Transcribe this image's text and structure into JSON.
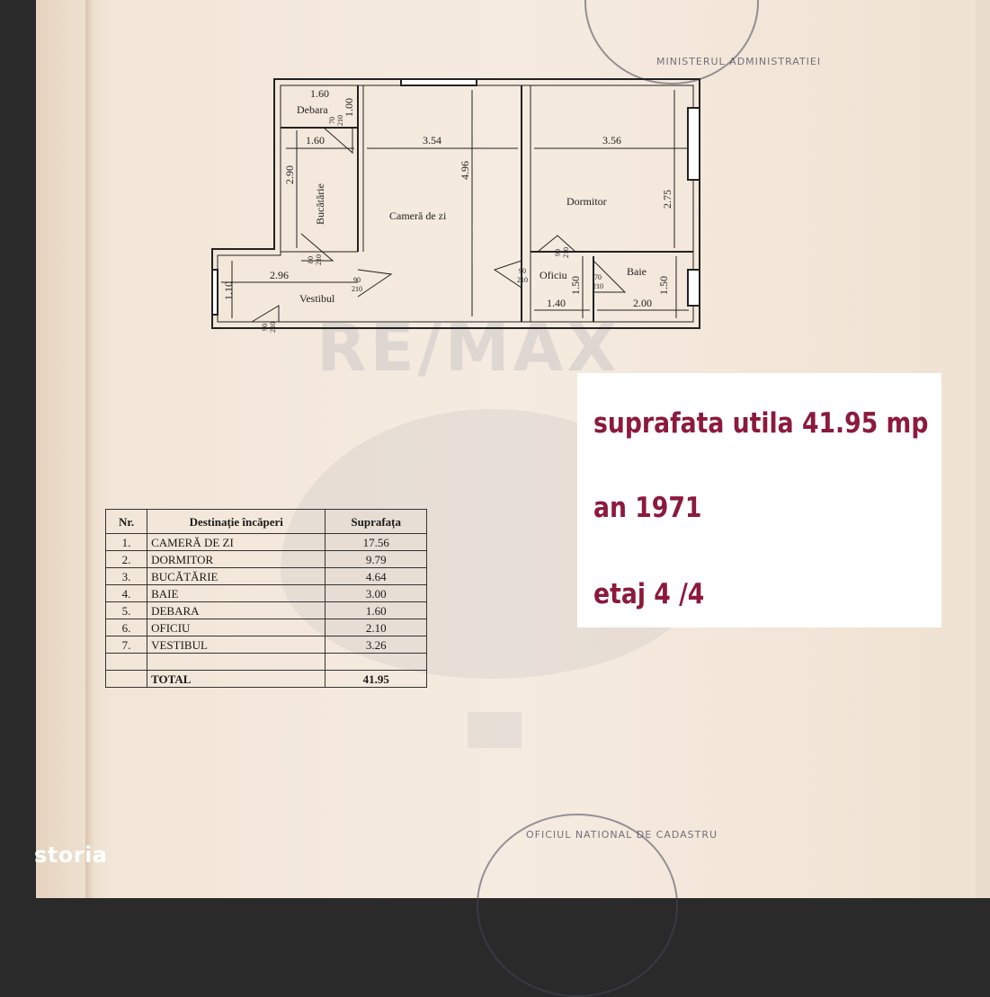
{
  "floor_plan": {
    "rooms": {
      "debara": "Debara",
      "bucatarie": "Bucătărie",
      "camera_de_zi": "Cameră de zi",
      "dormitor": "Dormitor",
      "oficiu": "Oficiu",
      "baie": "Baie",
      "vestibul": "Vestibul"
    },
    "dimensions": {
      "debara_top": "1.60",
      "debara_side": "1.00",
      "bucatarie_width": "1.60",
      "bucatarie_height": "2.90",
      "camera_width": "3.54",
      "camera_height": "4.96",
      "dormitor_width": "3.56",
      "dormitor_height": "2.75",
      "vestibul_width": "2.96",
      "vestibul_height": "1.10",
      "oficiu_width": "1.40",
      "oficiu_height": "1.50",
      "baie_width": "2.00",
      "baie_height": "1.50"
    },
    "doors": {
      "d1_top": "70",
      "d1_bottom": "210",
      "d2_top": "80",
      "d2_bottom": "210",
      "d3_top": "90",
      "d3_bottom": "210",
      "d4_top": "90",
      "d4_bottom": "210",
      "d5_top": "90",
      "d5_bottom": "210",
      "d6_top": "70",
      "d6_bottom": "210",
      "d7_top": "90",
      "d7_bottom": "210"
    }
  },
  "area_table": {
    "headers": [
      "Nr.",
      "Destinație încăperi",
      "Suprafața"
    ],
    "rows": [
      {
        "nr": "1.",
        "name": "CAMERĂ DE ZI",
        "area": "17.56"
      },
      {
        "nr": "2.",
        "name": "DORMITOR",
        "area": "9.79"
      },
      {
        "nr": "3.",
        "name": "BUCĂTĂRIE",
        "area": "4.64"
      },
      {
        "nr": "4.",
        "name": "BAIE",
        "area": "3.00"
      },
      {
        "nr": "5.",
        "name": "DEBARA",
        "area": "1.60"
      },
      {
        "nr": "6.",
        "name": "OFICIU",
        "area": "2.10"
      },
      {
        "nr": "7.",
        "name": "VESTIBUL",
        "area": "3.26"
      }
    ],
    "total_label": "TOTAL",
    "total_value": "41.95"
  },
  "info": {
    "line1": "suprafata utila 41.95 mp",
    "line2": "an 1971",
    "line3": "etaj 4 /4"
  },
  "watermark": "RE/MAX",
  "stamps": {
    "top": "MINISTERUL ADMINISTRATIEI",
    "bottom": "OFICIUL NATIONAL DE CADASTRU"
  },
  "branding": "storia",
  "colors": {
    "accent": "#8b1a3d"
  }
}
